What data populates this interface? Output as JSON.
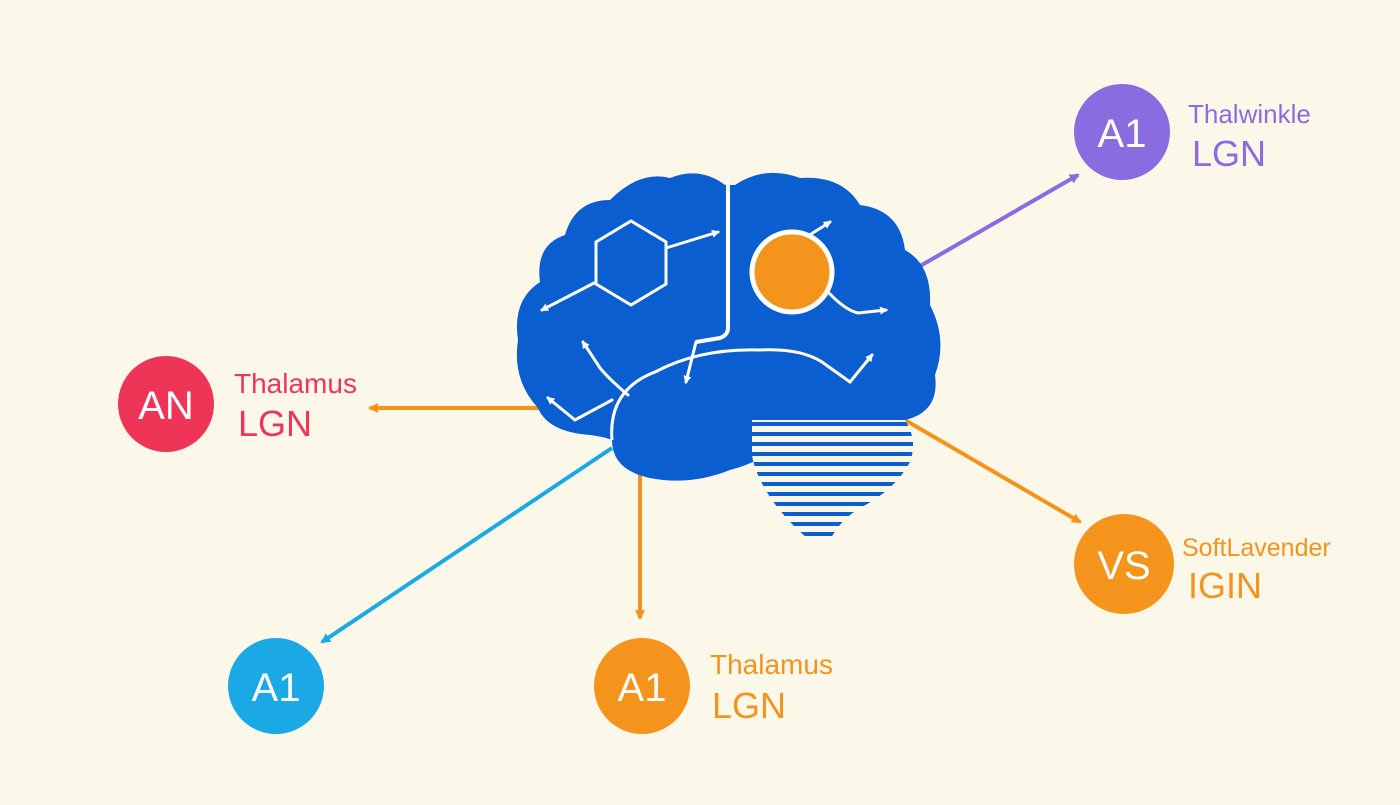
{
  "background": "#fbf8ea",
  "brain": {
    "color": "#0b5ed0",
    "accent": "#f4941c",
    "line": "#ffffff"
  },
  "nodes": {
    "top_right": {
      "badge": "A1",
      "line1": "Thalwinkle",
      "line2": "LGN",
      "color": "#8b6be0"
    },
    "left": {
      "badge": "AN",
      "line1": "Thalamus",
      "line2": "LGN",
      "color": "#ee3557"
    },
    "right": {
      "badge": "VS",
      "line1": "SoftLavender",
      "line2": "IGIN",
      "color": "#f4941c"
    },
    "bottom_left": {
      "badge": "A1",
      "color": "#1aa9e4"
    },
    "bottom_center": {
      "badge": "A1",
      "line1": "Thalamus",
      "line2": "LGN",
      "color": "#f4941c"
    }
  }
}
